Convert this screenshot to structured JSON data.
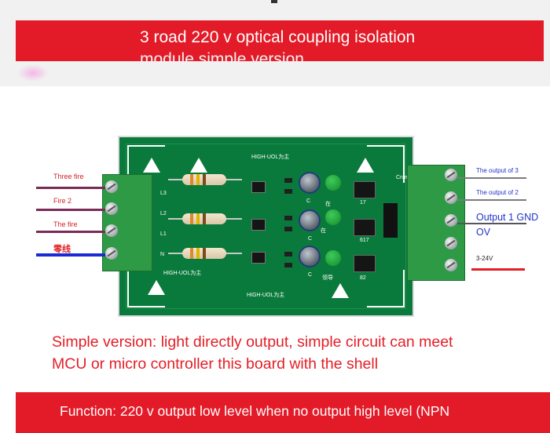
{
  "header": {
    "title_line1": "3 road 220 v optical coupling isolation",
    "title_line2": "module simple version"
  },
  "board": {
    "silk_top": "HIGH-UOL为主",
    "silk_mid": "HIGH-UOL为主",
    "silk_bottom": "HIGH-UOL为主",
    "silk_right": "Cn m",
    "silk_l3": "L3",
    "silk_l2": "L2",
    "silk_l1": "L1",
    "silk_n": "N",
    "silk_c1": "C",
    "silk_c2": "C",
    "silk_c3": "C",
    "silk_s1": "在",
    "silk_s2": "在",
    "silk_s3": "领导",
    "silk_chip1": "17",
    "silk_chip2": "617",
    "silk_chip3": "82"
  },
  "left_labels": {
    "three_fire": "Three fire",
    "fire2": "Fire 2",
    "the_fire": "The fire",
    "neutral": "零线"
  },
  "right_labels": {
    "output3": "The output of 3",
    "output2": "The output of 2",
    "output1_gnd": "Output 1 GND",
    "ov": "OV",
    "voltage": "3-24V"
  },
  "colors": {
    "banner_red": "#e31a27",
    "text_red": "#e41e26",
    "pcb_green": "#0a7a3c",
    "wire_purple": "#7a2a57",
    "wire_blue": "#1a2bd6"
  },
  "description": {
    "line1": "Simple version: light directly output, simple circuit can meet",
    "line2": "MCU or micro controller this board with the shell"
  },
  "footer": {
    "text": "Function: 220 v output low level when no output high level (NPN"
  }
}
